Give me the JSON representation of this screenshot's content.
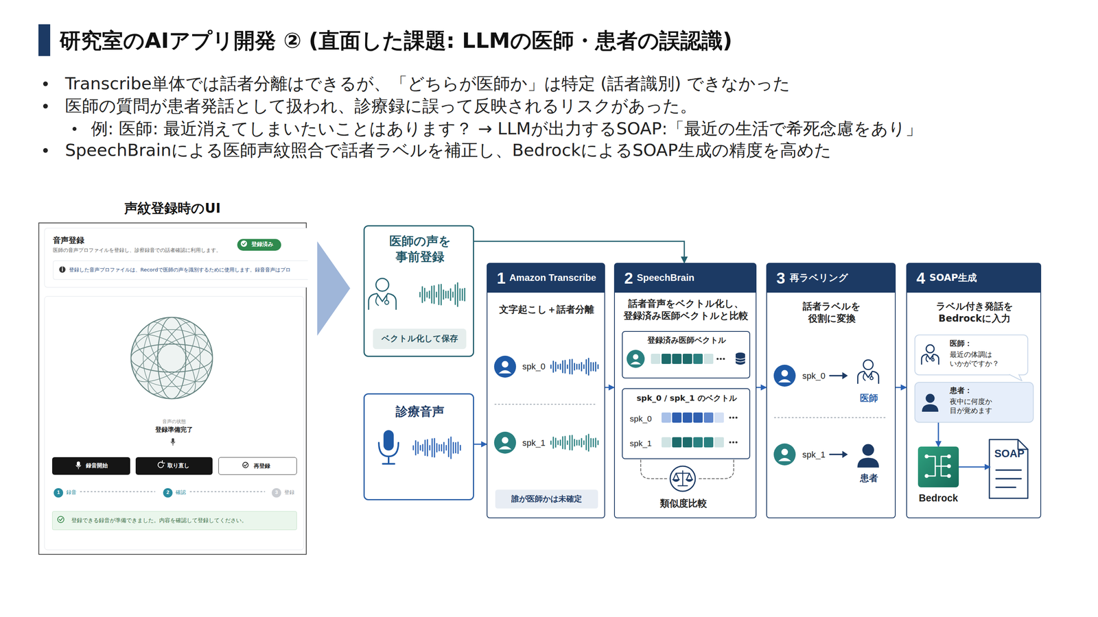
{
  "diagram": {
    "title": "研究室のAIアプリ開発 ② (直面した課題: LLMの医師・患者の誤認識)",
    "nodes": [
      {
        "text": [
          "声紋登録時のUI"
        ]
      },
      {
        "text": [
          "音声登録",
          "医師の音声プロファイルを登録し、診察録音での話者確認に利用します。"
        ],
        "in": 0
      },
      {
        "text": [
          "登録済み"
        ],
        "in": 1
      },
      {
        "text": [
          "登録した音声プロファイルは、Recordで医師の声を識別するために使用します。録音音声はプロ"
        ],
        "in": 1
      },
      {
        "text": [
          "音声の状態",
          "登録準備完了"
        ],
        "in": 0
      },
      {
        "text": [
          "録音開始"
        ],
        "in": 4
      },
      {
        "text": [
          "取り直し"
        ],
        "in": 4
      },
      {
        "text": [
          "再登録"
        ],
        "in": 4
      },
      {
        "text": [
          "1",
          "録音"
        ],
        "in": 4
      },
      {
        "text": [
          "2",
          "確認"
        ],
        "in": 4
      },
      {
        "text": [
          "3",
          "登録"
        ],
        "in": 4
      },
      {
        "text": [
          "登録できる録音が準備できました。内容を確認して登録してください。"
        ],
        "in": 4
      },
      {
        "text": [
          "医師の声を 事前登録"
        ]
      },
      {
        "text": [
          "ベクトル化して保存"
        ],
        "in": 12
      },
      {
        "text": [
          "診療音声"
        ]
      },
      {
        "text": [
          "1",
          "Amazon Transcribe",
          "文字起こし＋話者分離",
          "spk_0",
          "spk_1"
        ]
      },
      {
        "text": [
          "誰が医師かは未確定"
        ],
        "in": 15
      },
      {
        "text": [
          "2",
          "SpeechBrain",
          "話者音声をベクトル化し、 登録済み医師ベクトルと比較",
          "類似度比較"
        ]
      },
      {
        "text": [
          "登録済み医師ベクトル"
        ],
        "in": 17
      },
      {
        "text": [
          "spk_0 / spk_1 のベクトル",
          "spk_0",
          "spk_1"
        ],
        "in": 17
      },
      {
        "text": [
          "3",
          "再ラベリング",
          "話者ラベルを 役割に変換",
          "spk_0",
          "医師",
          "spk_1",
          "患者"
        ]
      },
      {
        "text": [
          "4",
          "SOAP生成",
          "ラベル付き発話を Bedrockに入力"
        ]
      },
      {
        "text": [
          "医師：",
          "最近の体調は いかがですか？"
        ],
        "in": 21
      },
      {
        "text": [
          "患者：",
          "夜中に何度か 目が覚めます"
        ],
        "in": 21
      },
      {
        "text": [
          "Bedrock"
        ],
        "in": 21
      },
      {
        "text": [
          "SOAP"
        ],
        "in": 21
      }
    ],
    "edges": [
      {
        "from": 12,
        "to": 17,
        "arrow": "to"
      },
      {
        "from": 14,
        "to": 15,
        "arrow": "to"
      },
      {
        "from": 15,
        "to": 17,
        "arrow": "to"
      },
      {
        "from": 17,
        "to": 20,
        "arrow": "to"
      },
      {
        "from": 20,
        "to": 21,
        "arrow": "to"
      },
      {
        "from": 23,
        "to": 24,
        "arrow": "to"
      },
      {
        "from": 24,
        "to": 25,
        "arrow": "to"
      }
    ],
    "labels": [
      "Transcribe単体では話者分離はできるが、「どちらが医師か」は特定 (話者識別) できなかった",
      "医師の質問が患者発話として扱われ、診療録に誤って反映されるリスクがあった。",
      "例: 医師: 最近消えてしまいたいことはあります？ → LLMが出力するSOAP:「最近の生活で希死念慮をあり」",
      "SpeechBrainによる医師声紋照合で話者ラベルを補正し、BedrockによるSOAP生成の精度を高めた"
    ]
  }
}
